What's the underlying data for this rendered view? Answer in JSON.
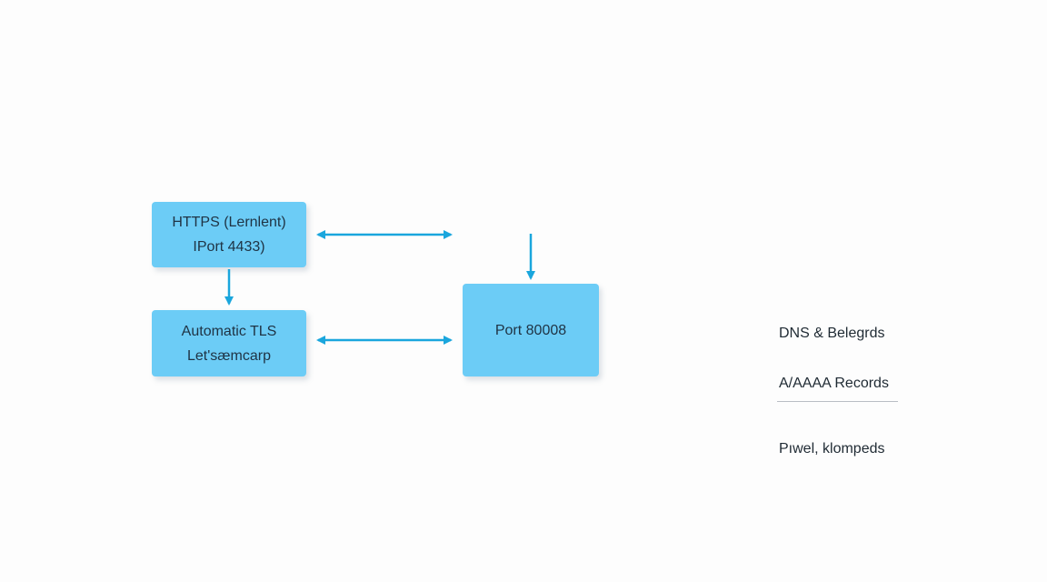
{
  "nodes": {
    "https": {
      "line1": "HTTPS (Lernlent)",
      "line2": "IPort 4433)"
    },
    "tls": {
      "line1": "Automatic TLS",
      "line2": "Let'sæmcarp"
    },
    "port80": {
      "label": "Port 80008"
    }
  },
  "side_panel": {
    "dns": "DNS & Belegrds",
    "records": "A/AAAA Records",
    "pwel": "Pıwel, klompeds"
  },
  "colors": {
    "box_fill": "#6cccf6",
    "arrow": "#1aa6dd",
    "text": "#1f3344",
    "divider": "#b9bec4"
  }
}
